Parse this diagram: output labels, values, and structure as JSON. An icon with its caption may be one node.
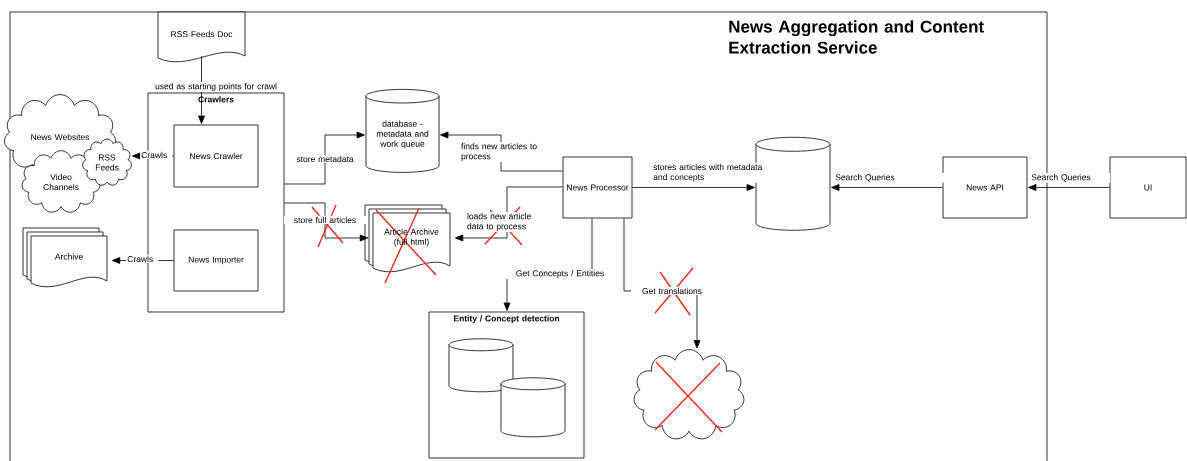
{
  "diagram": {
    "title": "News Aggregation and Content Extraction Service",
    "nodes": [
      {
        "text": [
          "RSS Feeds Doc"
        ]
      },
      {
        "text": [
          "Crawlers"
        ]
      },
      {
        "text": [
          "News Crawler"
        ],
        "in": 1
      },
      {
        "text": [
          "News Importer"
        ],
        "in": 1
      },
      {
        "text": [
          "News Websites"
        ]
      },
      {
        "text": [
          "Video Channels"
        ]
      },
      {
        "text": [
          "RSS Feeds"
        ]
      },
      {
        "text": [
          "Archive"
        ]
      },
      {
        "text": [
          "database - metadata and work queue"
        ]
      },
      {
        "text": [
          "Article Archive (full html)"
        ]
      },
      {
        "text": [
          "News Processor"
        ]
      },
      {
        "text": [],
        "shape": "cylinder"
      },
      {
        "text": [
          "News API"
        ]
      },
      {
        "text": [
          "UI"
        ]
      },
      {
        "text": [
          "Entity / Concept detection"
        ]
      },
      {
        "text": [],
        "shape": "cylinder",
        "in": 14
      },
      {
        "text": [],
        "shape": "cylinder",
        "in": 14
      },
      {
        "text": [],
        "shape": "cloud"
      }
    ],
    "edges": [
      {
        "from": 0,
        "to": 2,
        "arrow": "to",
        "label": "used as starting points for crawl"
      },
      {
        "from": 2,
        "to": 6,
        "arrow": "to",
        "label": "Crawls"
      },
      {
        "from": 3,
        "to": 7,
        "arrow": "to",
        "label": "Crawls"
      },
      {
        "from": 1,
        "to": 8,
        "arrow": "to",
        "label": "store metadata"
      },
      {
        "from": 1,
        "to": 9,
        "arrow": "to",
        "label": "store full articles"
      },
      {
        "from": 10,
        "to": 8,
        "arrow": "to",
        "label": "finds new articles to process"
      },
      {
        "from": 10,
        "to": 9,
        "arrow": "to",
        "label": "loads new article data to process"
      },
      {
        "from": 10,
        "to": 11,
        "arrow": "to",
        "label": "stores articles with metadata and concepts"
      },
      {
        "from": 12,
        "to": 11,
        "arrow": "to",
        "label": "Search Queries"
      },
      {
        "from": 13,
        "to": 12,
        "arrow": "to",
        "label": "Search Queries"
      },
      {
        "from": 10,
        "to": 14,
        "arrow": "to",
        "label": "Get Concepts / Entities"
      },
      {
        "from": 10,
        "to": 17,
        "arrow": "to",
        "label": "Get translations"
      }
    ]
  }
}
